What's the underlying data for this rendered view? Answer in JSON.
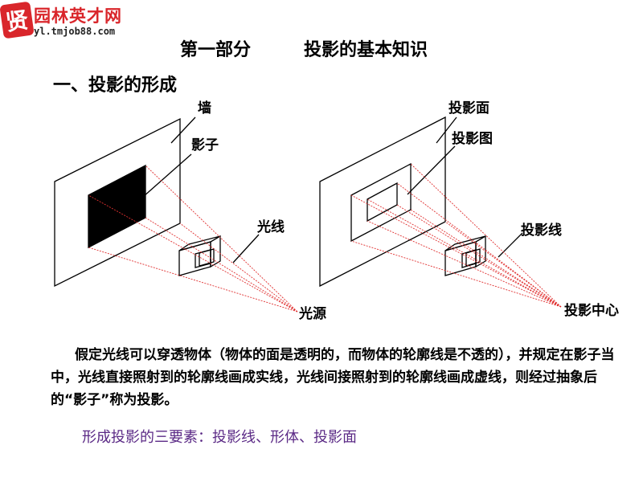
{
  "header": {
    "logo_glyph": "贤",
    "site_name": "园林英才网",
    "site_url": "yl.tmjob88.com",
    "brand_color": "#d9262b"
  },
  "title": {
    "part1": "第一部分",
    "part2": "投影的基本知识"
  },
  "subtitle": "一、投影的形成",
  "figure_left": {
    "wall_label": "墙",
    "shadow_label": "影子",
    "ray_label": "光线",
    "source_label": "光源"
  },
  "figure_right": {
    "plane_label": "投影面",
    "image_label": "投影图",
    "ray_label": "投影线",
    "center_label": "投影中心"
  },
  "body": {
    "paragraph": "假定光线可以穿透物体（物体的面是透明的，而物体的轮廓线是不透的），并规定在影子当中，光线直接照射到的轮廓线画成实线，光线间接照射到的轮廓线画成虚线，则经过抽象后的“影子”称为投影。",
    "elements_line": "形成投影的三要素：投影线、形体、投影面"
  },
  "colors": {
    "ray": "#e03030",
    "elements_text": "#5b2a86"
  }
}
